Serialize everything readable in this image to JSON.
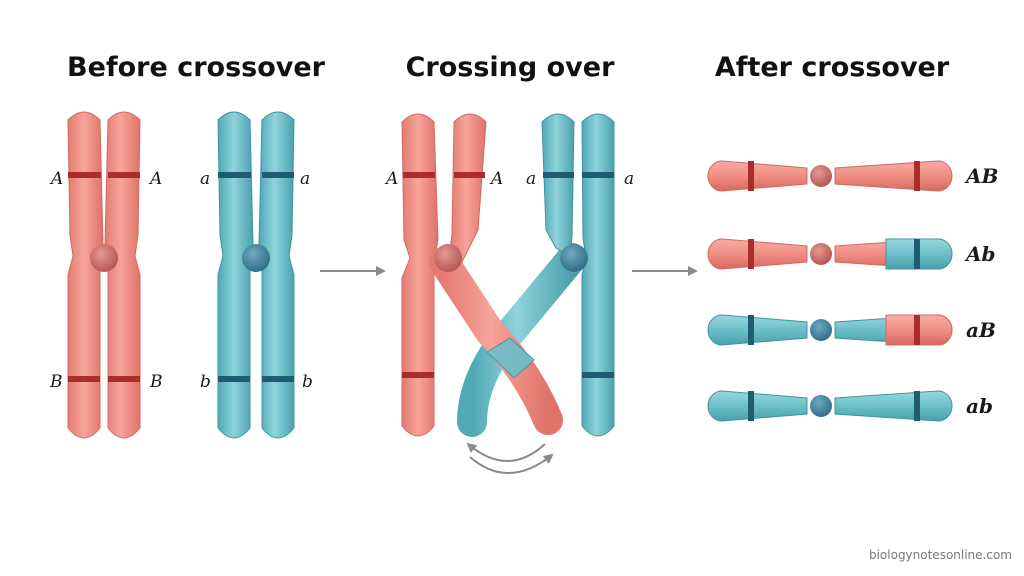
{
  "titles": {
    "before": "Before crossover",
    "crossing": "Crossing over",
    "after": "After crossover"
  },
  "alleles": {
    "upper_dominant": "A",
    "upper_recessive": "a",
    "lower_dominant": "B",
    "lower_recessive": "b"
  },
  "gametes": [
    {
      "label": "AB",
      "left": "red",
      "right": "red"
    },
    {
      "label": "Ab",
      "left": "red",
      "right": "mixed"
    },
    {
      "label": "aB",
      "left": "blue",
      "right": "mixed"
    },
    {
      "label": "ab",
      "left": "blue",
      "right": "blue"
    }
  ],
  "colors": {
    "red": "#F08E84",
    "red_band": "#A92E2A",
    "red_centromere": "#C8645F",
    "blue": "#6BBFC9",
    "blue_band": "#1F5C73",
    "blue_centromere": "#3E7F99",
    "arrow": "#8a8a8a"
  },
  "icons": [
    "arrow-right-icon",
    "swap-arrows-icon"
  ],
  "watermark": "biologynotesonline.com"
}
